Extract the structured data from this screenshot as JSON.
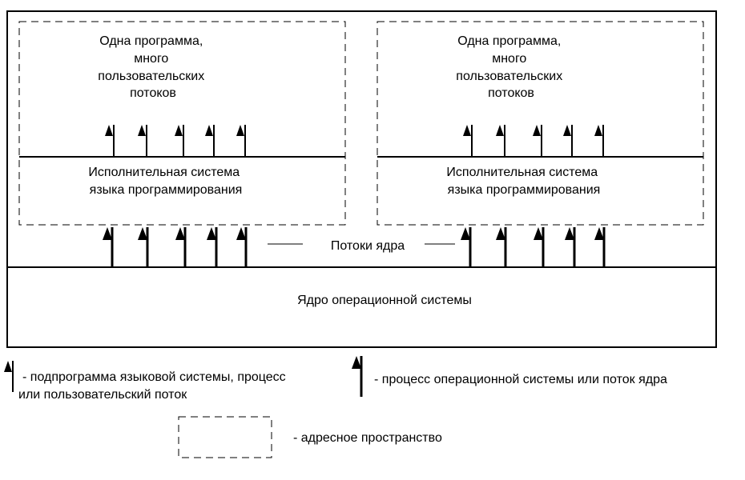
{
  "colors": {
    "line": "#000000",
    "background": "#ffffff"
  },
  "left_process": {
    "title_lines": [
      "Одна программа,",
      "много",
      "пользовательских",
      "потоков"
    ],
    "runtime_lines": [
      "Исполнительная система",
      "языка программирования"
    ]
  },
  "right_process": {
    "title_lines": [
      "Одна программа,",
      "много",
      "пользовательских",
      "потоков"
    ],
    "runtime_lines": [
      "Исполнительная система",
      "языка программирования"
    ]
  },
  "kernel_threads_label": "Потоки ядра",
  "kernel_label": "Ядро операционной системы",
  "legend": {
    "thin_arrow_lines": [
      "- подпрограмма языковой системы, процесс",
      "или пользовательский поток"
    ],
    "bold_arrow_text": "- процесс операционной системы или поток ядра",
    "dashed_box_text": "- адресное пространство"
  },
  "icons": {
    "thin_arrow": "thin-arrow-icon",
    "bold_arrow": "bold-arrow-icon",
    "dashed_rect": "dashed-rect-icon"
  }
}
